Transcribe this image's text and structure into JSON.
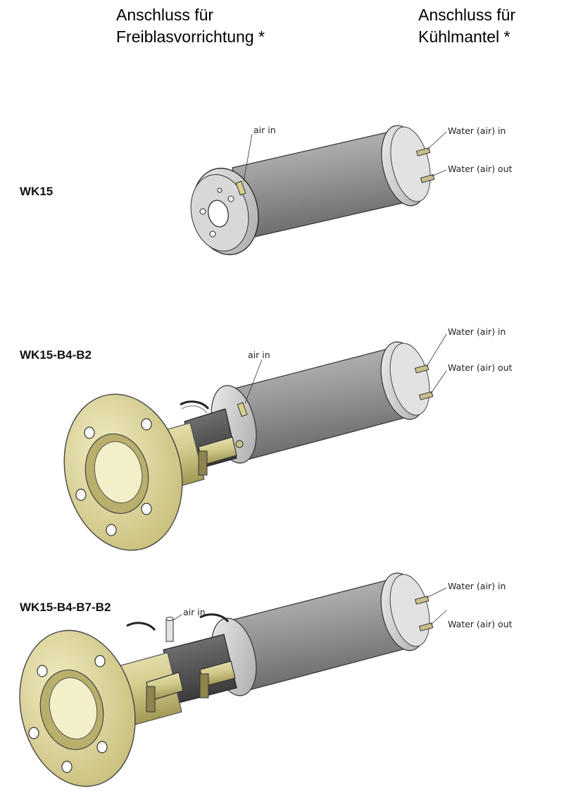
{
  "headers": {
    "left": {
      "line1": "Anschluss für",
      "line2": "Freiblasvorrichtung *"
    },
    "right": {
      "line1": "Anschluss für",
      "line2": "Kühlmantel *"
    }
  },
  "models": [
    {
      "label": "WK15",
      "air_in": "air in",
      "water_in": "Water (air) in",
      "water_out": "Water (air) out"
    },
    {
      "label": "WK15-B4-B2",
      "air_in": "air in",
      "water_in": "Water (air) in",
      "water_out": "Water (air) out"
    },
    {
      "label": "WK15-B4-B7-B2",
      "air_in": "air in",
      "water_in": "Water (air) in",
      "water_out": "Water (air) out"
    }
  ],
  "colors": {
    "cylinder": "#9a9a9a",
    "cylinder_dark": "#6e6e6e",
    "flange_metal": "#d6d6d6",
    "brass": "#d8d19a",
    "brass_dark": "#a59c5a",
    "bracket": "#b9a978"
  }
}
